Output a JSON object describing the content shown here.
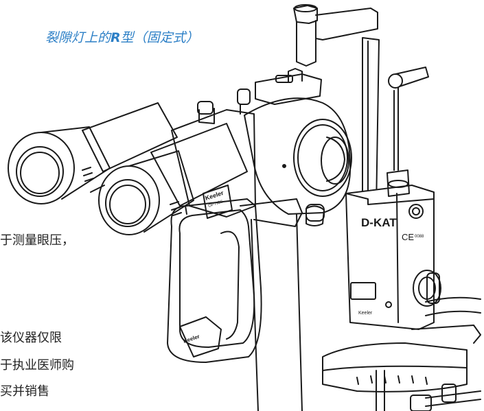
{
  "caption": {
    "prefix": "裂隙灯上的",
    "bold": "R",
    "suffix": "型（固定式）"
  },
  "body_text": {
    "line1": "于测量眼压，",
    "line2": "该仪器仅限",
    "line3": "于执业医师购",
    "line4": "买并销售"
  },
  "device_labels": {
    "tonometer_name": "D-KAT",
    "ce_mark": "CE",
    "ce_number": "0088",
    "brand_name": "Keeler",
    "optics_label": "OPTICS",
    "handle_brand": "Keeler"
  },
  "colors": {
    "caption": "#2c7fc6",
    "line": "#1a1a1a",
    "background": "#ffffff"
  }
}
